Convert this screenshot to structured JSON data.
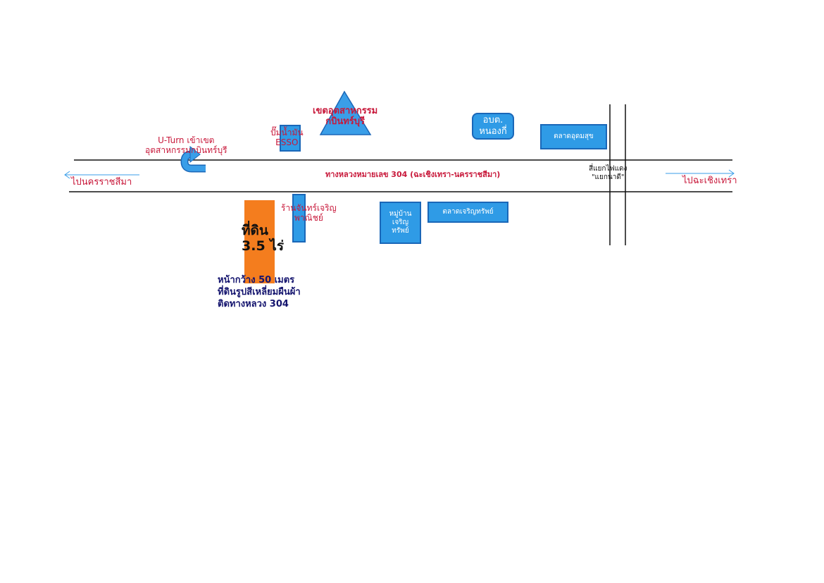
{
  "road": {
    "name": "ทางหลวงหมายเลข 304 (ฉะเชิงเทรา-นครราชสีมา)",
    "left_direction": "ไปนครราชสีมา",
    "right_direction": "ไปฉะเชิงเทรา"
  },
  "uturn": {
    "label": "U-Turn เข้าเขต\nอุตสาหกรรมกบินทร์บุรี"
  },
  "landmarks": {
    "esso": "ปั๊มน้ำมัน\nESSO",
    "industrial_zone": "เขตอุตสาหกรรม\nกบินทร์บุรี",
    "obt": "อบต.\nหนองกี่",
    "udomsuk_market": "ตลาดอุดมสุข",
    "intersection": "สี่แยกไฟแดง\n\"แยกนาดี\"",
    "chan_charoen_shop": "ร้านจันทร์เจริญ\nพาณิชย์",
    "village": "หมู่บ้าน\nเจริญ\nทรัพย์",
    "charoen_sap_market": "ตลาดเจริญทรัพย์"
  },
  "plot": {
    "label": "ที่ดิน\n3.5 ไร่",
    "description": "หน้ากว้าง 50 เมตร\nที่ดินรูปสีเหลี่ยมผืนผ้า\nติดทางหลวง 304"
  },
  "colors": {
    "road_line": "#111111",
    "arrow": "#3a9ee8",
    "building_fill": "#2f9be6",
    "building_border": "#1a67b8",
    "plot_fill": "#f47d1e",
    "label_red": "#c8183a",
    "label_navy": "#14146e"
  }
}
